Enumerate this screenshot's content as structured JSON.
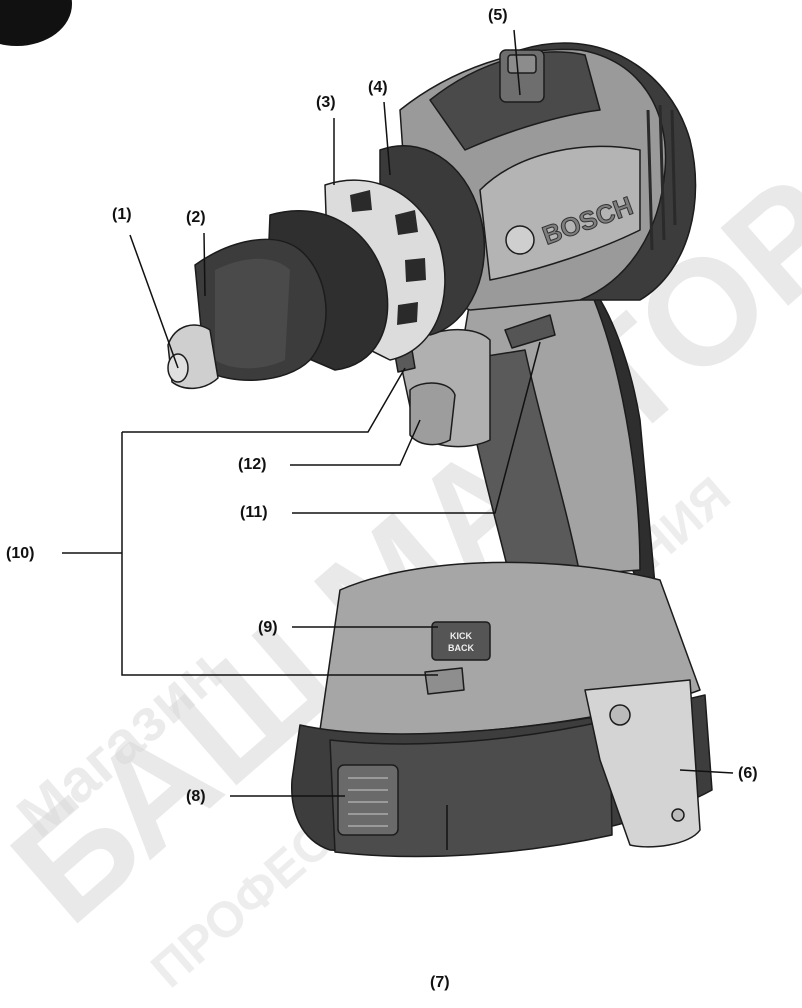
{
  "brand": {
    "name": "BOSCH"
  },
  "callouts": {
    "c1": "(1)",
    "c2": "(2)",
    "c3": "(3)",
    "c4": "(4)",
    "c5": "(5)",
    "c6": "(6)",
    "c7": "(7)",
    "c8": "(8)",
    "c9": "(9)",
    "c10": "(10)",
    "c11": "(11)",
    "c12": "(12)"
  },
  "kickback_label": [
    "KICK",
    "BACK"
  ],
  "watermark": {
    "line1": "БАШ МАСТОР",
    "line2": "Магазин",
    "line3": "ПРОФЕСИОНАЛНИ РЕШЕНИЯ"
  },
  "colors": {
    "body_gray": "#9c9c9c",
    "light_gray": "#c3c3c3",
    "dark": "#3a3a3a",
    "darker": "#262626",
    "silver": "#d9d9d9",
    "watermark": "#d2d2d2"
  }
}
